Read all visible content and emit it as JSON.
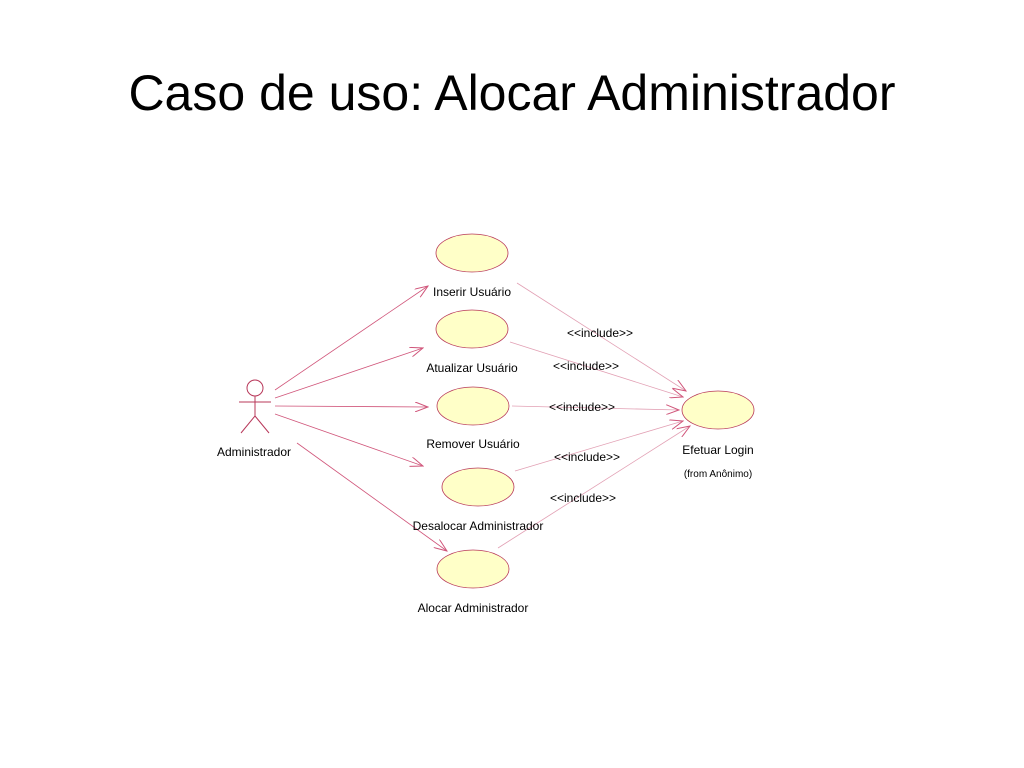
{
  "slide": {
    "title": "Caso de uso: Alocar Administrador"
  },
  "colors": {
    "usecase_fill": "#ffffc8",
    "usecase_stroke": "#b8385a",
    "association": "#d0557a",
    "include_line": "#e2a0b4",
    "text": "#000000"
  },
  "actor": {
    "name": "Administrador"
  },
  "use_cases": [
    {
      "id": "inserir",
      "label": "Inserir Usuário"
    },
    {
      "id": "atualizar",
      "label": "Atualizar Usuário"
    },
    {
      "id": "remover",
      "label": "Remover Usuário"
    },
    {
      "id": "desalocar",
      "label": "Desalocar Administrador"
    },
    {
      "id": "alocar",
      "label": "Alocar Administrador"
    }
  ],
  "target_use_case": {
    "label": "Efetuar Login",
    "note": "(from Anônimo)"
  },
  "relations": {
    "include_label": "<<include>>"
  }
}
